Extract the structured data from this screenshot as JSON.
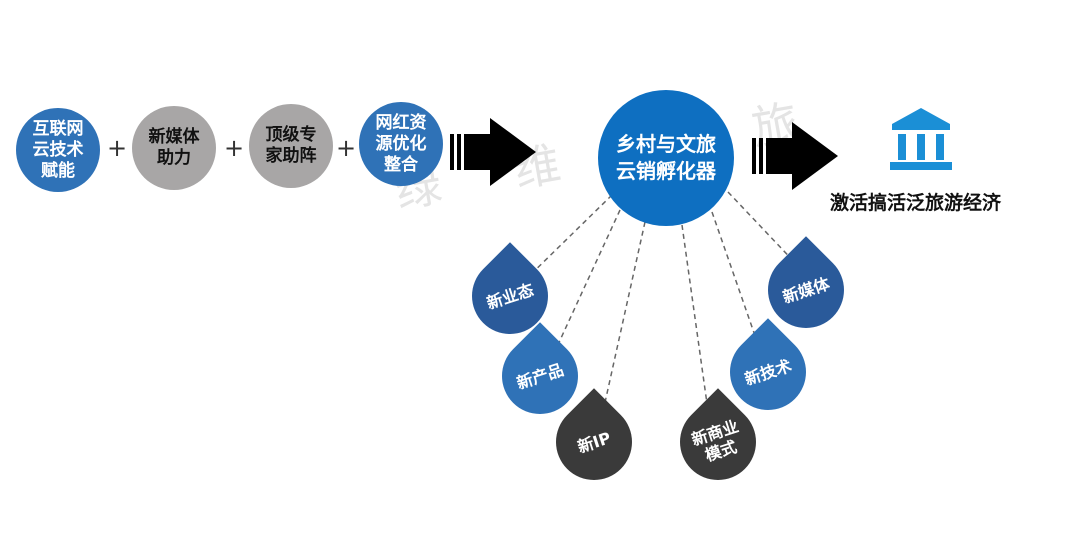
{
  "inputs": [
    {
      "label": "互联网\n云技术\n赋能",
      "color": "#2f72b7",
      "text_color": "#ffffff"
    },
    {
      "label": "新媒体\n助力",
      "color": "#a8a6a6",
      "text_color": "#111111"
    },
    {
      "label": "顶级专\n家助阵",
      "color": "#a8a6a6",
      "text_color": "#111111"
    },
    {
      "label": "网红资\n源优化\n整合",
      "color": "#2f72b7",
      "text_color": "#ffffff"
    }
  ],
  "plus_sign": "+",
  "hub": {
    "label": "乡村与文旅\n云销孵化器",
    "color": "#0e6fc1"
  },
  "result": {
    "label": "激活搞活泛旅游经济",
    "icon": "bank-building-icon",
    "icon_color": "#1b8fd6"
  },
  "outputs": [
    {
      "label": "新业态",
      "color": "#2a5a9a"
    },
    {
      "label": "新产品",
      "color": "#2f72b7"
    },
    {
      "label": "新IP",
      "color": "#3a3a3a"
    },
    {
      "label": "新商业\n模式",
      "color": "#3a3a3a"
    },
    {
      "label": "新技术",
      "color": "#2f72b7"
    },
    {
      "label": "新媒体",
      "color": "#2a5a9a"
    }
  ],
  "watermark": "绿 维 文 旅"
}
